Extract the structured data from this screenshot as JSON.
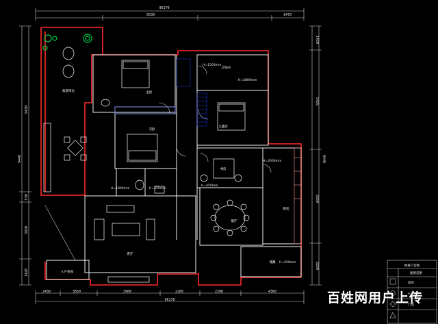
{
  "dimensions": {
    "top_total": "96170",
    "top_left": "9530",
    "top_mid": "1470",
    "right_top": "1420",
    "right_mid": "5425",
    "right_total": "9440",
    "right_lower": "3350",
    "right_bottom": "2220",
    "left_total": "9440",
    "left_upper": "9430",
    "left_small": "530",
    "left_mid": "3820",
    "left_bottom": "1420",
    "bottom": [
      "2430",
      "3850",
      "3900",
      "2260",
      "2200",
      "4360"
    ],
    "bottom_total": "96170"
  },
  "rooms": {
    "balcony": "家庭阳台",
    "master_bed": "主卧",
    "second_bed": "次卧",
    "third_bed": "儿童房",
    "living": "客厅",
    "dining": "餐厅",
    "kitchen": "厨房",
    "bath": "卫生间",
    "study": "书房",
    "storage": "储藏",
    "entry": "入户花园"
  },
  "area_tags": {
    "a1": "H=1500mm",
    "a2": "H=2800mm",
    "a3": "H=1000mm",
    "a4": "H=450mm",
    "a5": "H=450mm",
    "a6": "H=450mm",
    "a7": "H=2600mm"
  },
  "title_block": {
    "header": "楼盘户型图",
    "rows": [
      "图例说明",
      "墙体",
      "A.B",
      "门窗"
    ]
  },
  "watermark": "百姓网用户上传",
  "colors": {
    "wall": "#ff2a2a",
    "line": "#ffffff",
    "furniture": "#ffffff",
    "dim": "#f2f2f2",
    "accent": "#ffe000",
    "plant": "#00d24a",
    "hatch": "#1e3cff"
  }
}
